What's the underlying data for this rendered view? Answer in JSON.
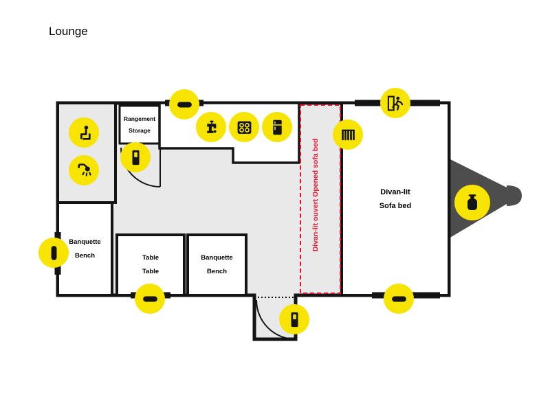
{
  "page": {
    "title": "Lounge"
  },
  "colors": {
    "accent_yellow": "#f7e403",
    "alert_red": "#e8112d",
    "wall_black": "#141414",
    "floor_gray": "#e9e9e9",
    "room_white": "#ffffff",
    "tongue_gray": "#4d4d4d",
    "icon_black": "#141414"
  },
  "labels": {
    "storage": {
      "line1": "Rangement",
      "line2": "Storage"
    },
    "bench_left": {
      "line1": "Banquette",
      "line2": "Bench"
    },
    "table": {
      "line1": "Table",
      "line2": "Table"
    },
    "bench_mid": {
      "line1": "Banquette",
      "line2": "Bench"
    },
    "sofa_open": {
      "line1": "Divan-lit ouvert",
      "line2": "Opened sofa bed"
    },
    "sofa_bed": {
      "line1": "Divan-lit",
      "line2": "Sofa bed"
    }
  },
  "icons": [
    "toilet-icon",
    "shower-icon",
    "window-icon-top",
    "interior-door-icon",
    "faucet-icon",
    "stove-icon",
    "fridge-icon",
    "radiator-icon",
    "emergency-exit-icon",
    "window-icon-left",
    "window-icon-bottom-left",
    "window-icon-bottom-right",
    "entry-door-icon",
    "propane-tank-icon"
  ]
}
